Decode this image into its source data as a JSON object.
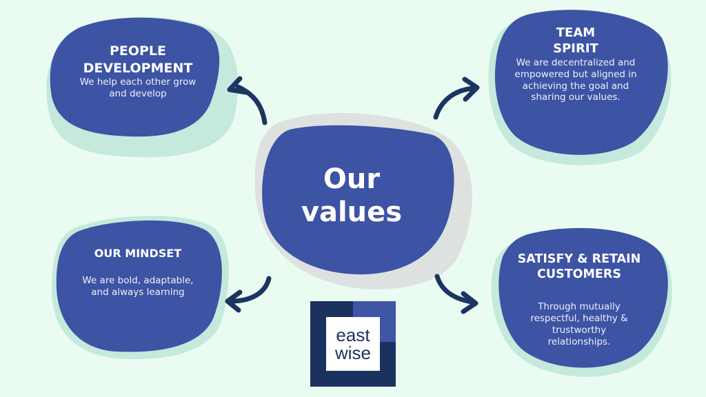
{
  "center": {
    "line1": "Our",
    "line2": "values"
  },
  "values": [
    {
      "id": "people-development",
      "title_lines": [
        "PEOPLE",
        "DEVELOPMENT"
      ],
      "description": "We help each other grow and develop",
      "desc_lines": [
        "We help each other grow",
        "and develop"
      ]
    },
    {
      "id": "team-spirit",
      "title_lines": [
        "TEAM",
        "SPIRIT"
      ],
      "description": "We are decentralized and empowered but aligned in achieving the goal and sharing our values.",
      "desc_lines": [
        "We are decentralized and",
        "empowered but aligned in",
        "achieving the goal and",
        "sharing our values."
      ]
    },
    {
      "id": "our-mindset",
      "title_lines": [
        "OUR MINDSET"
      ],
      "description": "We are bold, adaptable, and always learning",
      "desc_lines": [
        "We are bold, adaptable,",
        "and always learning"
      ]
    },
    {
      "id": "satisfy-retain-customers",
      "title_lines": [
        "SATISFY & RETAIN",
        "CUSTOMERS"
      ],
      "description": "Through mutually respectful, healthy & trustworthy relationships.",
      "desc_lines": [
        "Through mutually",
        "respectful, healthy &",
        "trustworthy",
        "relationships."
      ]
    }
  ],
  "logo": {
    "line1": "east",
    "line2": "wise"
  },
  "colors": {
    "background": "#eafcf2",
    "blob": "#3d53a4",
    "blob_shadow": "#c5e9dc",
    "center_shadow": "#dde2e0",
    "arrow": "#1b3560",
    "logo_dark": "#1b325f"
  }
}
